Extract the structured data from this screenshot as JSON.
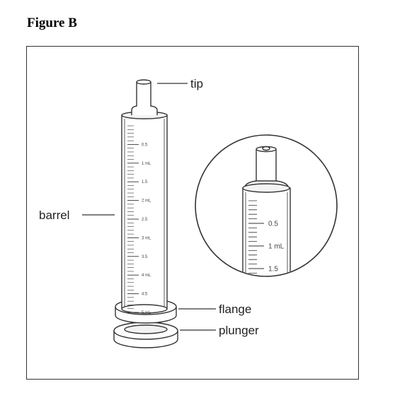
{
  "figure_title": "Figure B",
  "labels": {
    "tip": "tip",
    "barrel": "barrel",
    "flange": "flange",
    "plunger": "plunger"
  },
  "barrel_scale": [
    "0.5",
    "1 mL",
    "1.5",
    "2 mL",
    "2.5",
    "3 mL",
    "3.5",
    "4 mL",
    "4.5",
    "5 mL"
  ],
  "zoom_scale": [
    "0.5",
    "1 mL",
    "1.5"
  ],
  "colors": {
    "stroke": "#333333",
    "liquid": "#e9e9e9",
    "text": "#222222"
  }
}
